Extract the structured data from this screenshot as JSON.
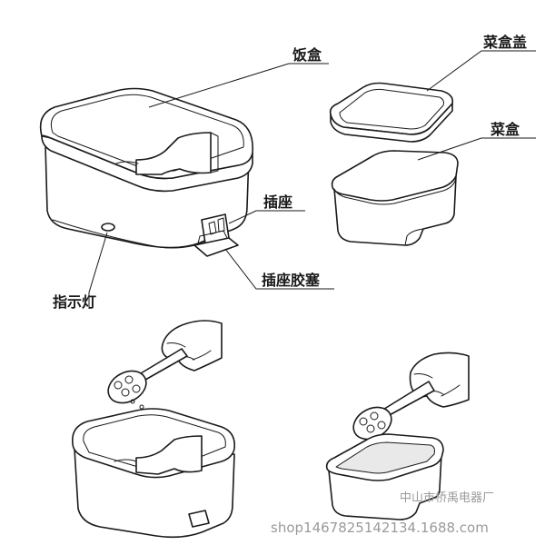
{
  "labels": {
    "rice_box": "饭盒",
    "dish_box_lid": "菜盒盖",
    "dish_box": "菜盒",
    "socket": "插座",
    "socket_plug": "插座胶塞",
    "indicator_light": "指示灯"
  },
  "watermark": {
    "company": "中山市桥禹电器厂",
    "shop": "shop1467825142134.1688.com"
  }
}
